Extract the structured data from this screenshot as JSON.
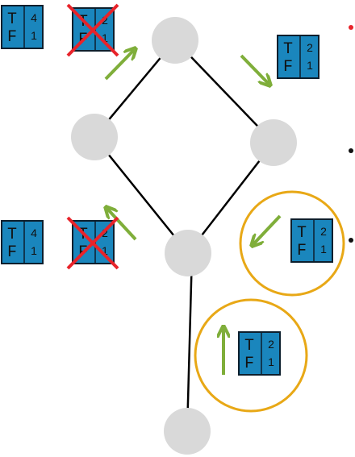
{
  "colors": {
    "node": "#d9d9d9",
    "edge": "#000000",
    "table_fill": "#1a86bd",
    "table_border": "#0d1f2d",
    "arrow": "#7fae3a",
    "cross": "#e8232a",
    "circle": "#e8a816",
    "bullet_red": "#e8232a",
    "bullet_black": "#111111"
  },
  "tables": [
    {
      "name": "table-top-left",
      "letters": [
        "T",
        "F"
      ],
      "numbers": [
        "4",
        "1"
      ],
      "crossed": false
    },
    {
      "name": "table-top-crossed",
      "letters": [
        "T",
        "F"
      ],
      "numbers": [
        "2",
        "1"
      ],
      "crossed": true
    },
    {
      "name": "table-top-right",
      "letters": [
        "T",
        "F"
      ],
      "numbers": [
        "2",
        "1"
      ],
      "crossed": false
    },
    {
      "name": "table-mid-left",
      "letters": [
        "T",
        "F"
      ],
      "numbers": [
        "4",
        "1"
      ],
      "crossed": false
    },
    {
      "name": "table-mid-crossed",
      "letters": [
        "T",
        "F"
      ],
      "numbers": [
        "2",
        "1"
      ],
      "crossed": true
    },
    {
      "name": "table-right-circled",
      "letters": [
        "T",
        "F"
      ],
      "numbers": [
        "2",
        "1"
      ],
      "crossed": false
    },
    {
      "name": "table-bottom-circled",
      "letters": [
        "T",
        "F"
      ],
      "numbers": [
        "2",
        "1"
      ],
      "crossed": false
    }
  ]
}
